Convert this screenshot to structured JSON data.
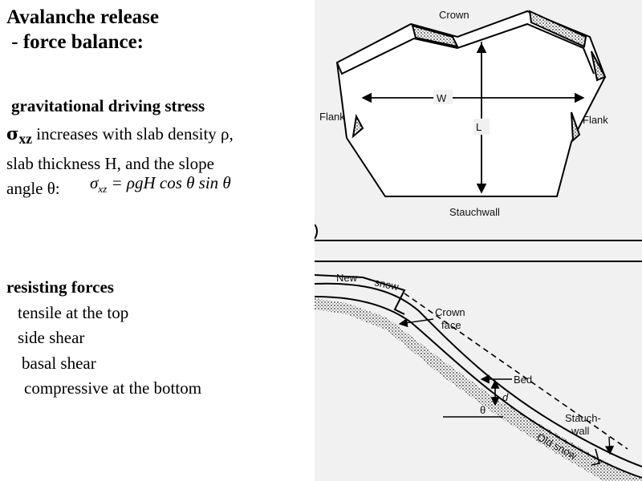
{
  "title": {
    "line1": "Avalanche release",
    "line2": " - force balance:"
  },
  "driving": {
    "heading": "gravitational driving stress",
    "sigma_symbol": "σ",
    "sigma_subscript": "xz",
    "line1_rest": " increases with slab density ρ,",
    "line2": "slab thickness H, and the slope",
    "line3": "angle θ:",
    "formula_lhs": "σ",
    "formula_lhs_sub": "xz",
    "formula_rhs": " = ρgH cos θ sin θ"
  },
  "resisting": {
    "heading": "resisting forces",
    "items": [
      "tensile at the top",
      "side shear",
      "basal shear",
      "compressive at the bottom"
    ]
  },
  "top_figure": {
    "crown": "Crown",
    "flank_left": "Flank",
    "flank_right": "Flank",
    "width_label": "W",
    "length_label": "L",
    "stauchwall": "Stauchwall"
  },
  "bottom_figure": {
    "new": "New",
    "snow": "snow",
    "crown_face_1": "Crown",
    "crown_face_2": "face",
    "bed": "Bed",
    "depth": "d",
    "angle": "θ",
    "stauch_1": "Stauch-",
    "stauch_2": "wall",
    "old_snow": "Old snow"
  }
}
